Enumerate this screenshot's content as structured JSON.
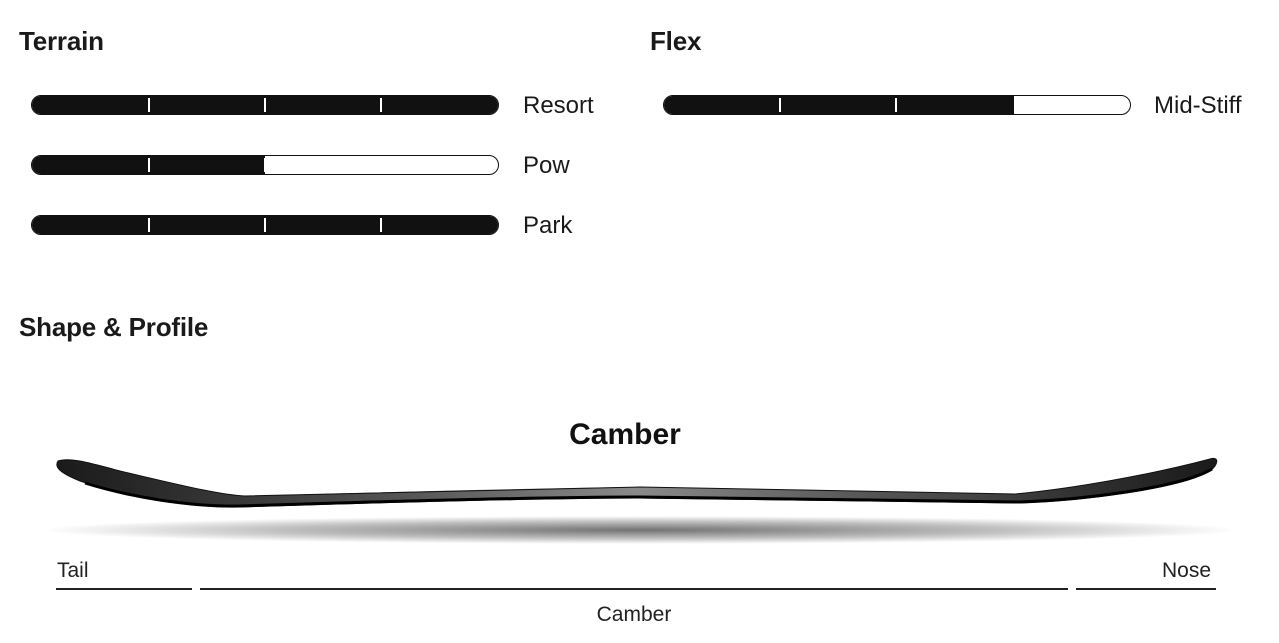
{
  "terrain": {
    "heading": "Terrain",
    "items": [
      {
        "label": "Resort",
        "level": 1.0
      },
      {
        "label": "Pow",
        "level": 0.5
      },
      {
        "label": "Park",
        "level": 1.0
      }
    ]
  },
  "flex": {
    "heading": "Flex",
    "label": "Mid-Stiff",
    "level": 0.75
  },
  "shape_profile": {
    "heading": "Shape & Profile",
    "profile_name": "Camber",
    "zones": {
      "tail": "Tail",
      "nose": "Nose",
      "center": "Camber"
    }
  },
  "colors": {
    "meter_fill": "#111111",
    "meter_tick": "#ffffff",
    "text": "#1a1a1a"
  }
}
